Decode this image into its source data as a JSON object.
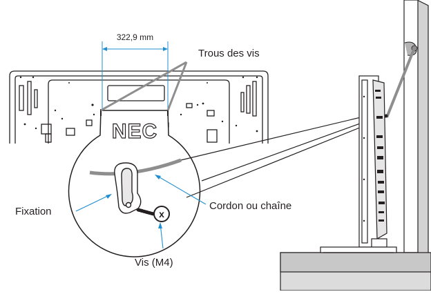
{
  "labels": {
    "dimension": "322,9 mm",
    "screw_holes": "Trous des vis",
    "fixation": "Fixation",
    "cord": "Cordon ou chaîne",
    "screw": "Vis (M4)"
  },
  "logo_text": "NEC",
  "screw_mark": "x",
  "colors": {
    "accent_line": "#1f8fd0",
    "cord": "#8e8e8e",
    "ink": "#231f20",
    "wall_fill": "#d3d3d3",
    "floor_fill": "#dcdcdc"
  },
  "icons": [
    "wall-bracket-icon",
    "screw-icon",
    "clamp-icon"
  ]
}
